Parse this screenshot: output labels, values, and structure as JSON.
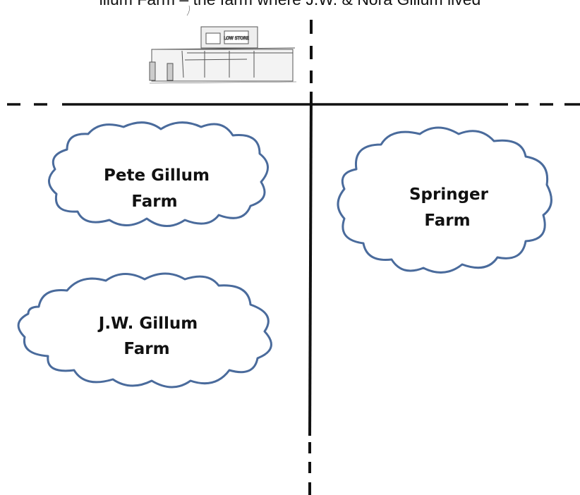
{
  "title": "illum Farm – the farm where J.W. & Nora Gillum lived",
  "store_sign": "LOW STORE",
  "farms": [
    {
      "id": "pete",
      "lines": [
        "Pete Gillum",
        "Farm"
      ]
    },
    {
      "id": "springer",
      "lines": [
        "Springer",
        "Farm"
      ]
    },
    {
      "id": "jw",
      "lines": [
        "J.W. Gillum",
        "Farm"
      ]
    }
  ],
  "colors": {
    "cloud_stroke": "#4a6b9c",
    "road": "#111111",
    "text": "#111111"
  }
}
